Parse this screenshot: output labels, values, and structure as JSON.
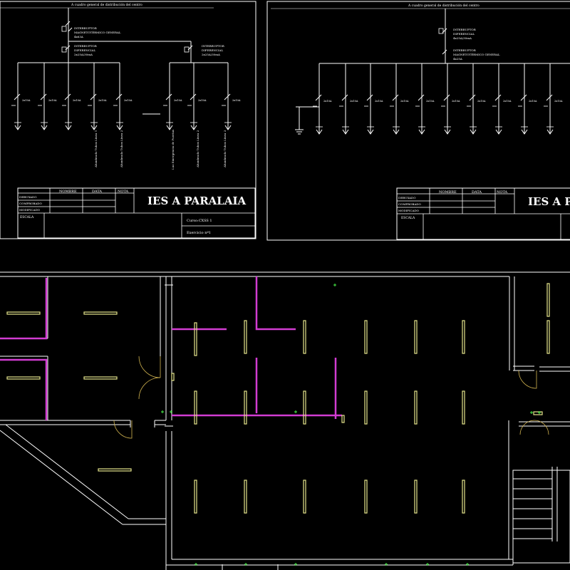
{
  "panel_left": {
    "header": "A cuadro general de distribución del centro",
    "main_switch": [
      "INTERRUPTOR",
      "MAGNETOTÉRMICO GENERAL",
      "4x63A"
    ],
    "diff_switch_1": [
      "INTERRUPTOR",
      "DIFERENCIAL",
      "2x25A/30mA"
    ],
    "diff_switch_2": [
      "INTERRUPTOR",
      "DIFERENCIAL",
      "2x25A/30mA"
    ],
    "breakers": [
      "2x10A",
      "2x10A",
      "2x10A",
      "2x10A",
      "2x10A",
      "2x10A",
      "2x10A",
      "2x10A"
    ],
    "circuits": [
      "Alumbrado Tubos Línea 1",
      "Alumbrado Tubos Línea 2",
      "Luz Emergencia de Puertas",
      "Alumbrado Tubos Línea 2",
      "Alumbrado Tubos Línea 3"
    ]
  },
  "panel_right": {
    "header": "A cuadro general de distribución del centro",
    "main_switch": [
      "INTERRUPTOR",
      "DIFERENCIAL",
      "4x25A/30mA"
    ],
    "diff_switch": [
      "INTERRUPTOR",
      "MAGNETOTÉRMICO GENERAL",
      "4x25A"
    ],
    "breakers": [
      "2x10A",
      "2x10A",
      "2x10A",
      "2x10A",
      "2x10A",
      "2x10A",
      "2x10A",
      "2x10A",
      "2x10A",
      "2x10A"
    ]
  },
  "title_block_left": {
    "headers": [
      "NOMBRE",
      "DATA",
      "NOTA"
    ],
    "rows": [
      "DEBUXADO",
      "COMPROBADO",
      "MODIFICADO"
    ],
    "school": "IES A PARALAIA",
    "scale": "ESCALA",
    "course": "Curso:CXSS 1",
    "exercise": "Exercicio nº1"
  },
  "title_block_right": {
    "headers": [
      "NOMBRE",
      "DATA",
      "NOTA"
    ],
    "rows": [
      "DEBUXADO",
      "COMPROBADO",
      "MODIFICADO"
    ],
    "school": "IES A PARALAIA",
    "scale": "ESCALA"
  },
  "colors": {
    "background": "#000000",
    "lines": "#ffffff",
    "partition": "#d23cd2",
    "luminaire": "#e6e68c",
    "door": "#d2b450",
    "emergency": "#3cc83c"
  }
}
